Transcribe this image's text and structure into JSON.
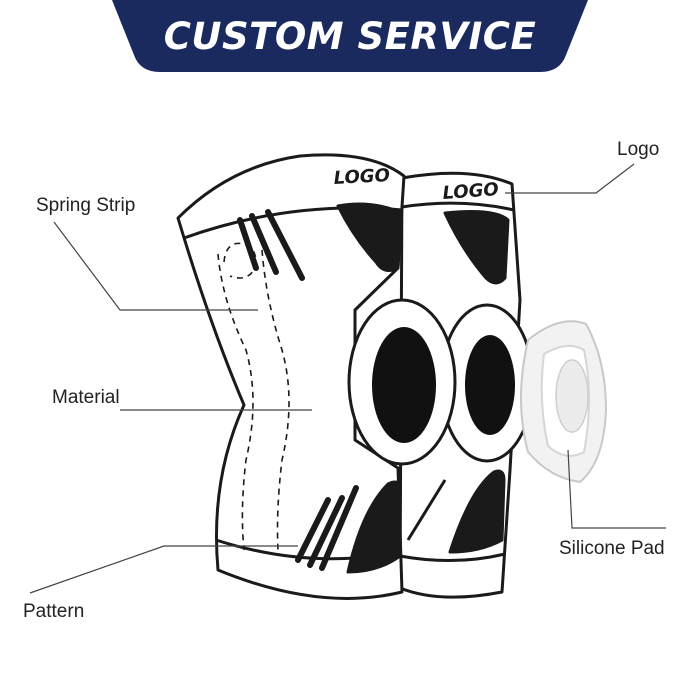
{
  "banner": {
    "title": "CUSTOM SERVICE",
    "color": "#1b2a5e"
  },
  "product": {
    "sleeve_logo_text": "LOGO",
    "line_color": "#1a1a1a",
    "fill_color": "#ffffff"
  },
  "callouts": {
    "logo": "Logo",
    "spring_strip": "Spring Strip",
    "material": "Material",
    "pattern": "Pattern",
    "silicone_pad": "Silicone Pad"
  }
}
